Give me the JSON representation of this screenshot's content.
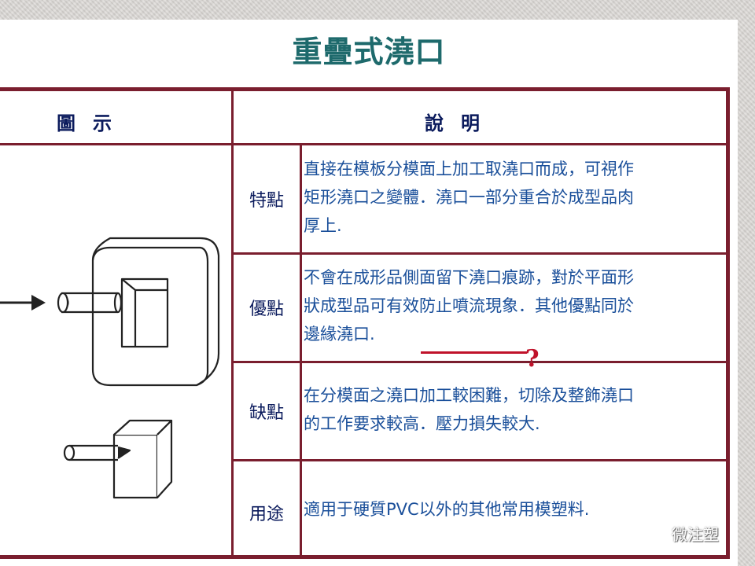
{
  "slide": {
    "title": "重疊式澆口",
    "headers": {
      "figure": "圖示",
      "description": "說明"
    },
    "rows": [
      {
        "label": "特點",
        "text": [
          "直接在模板分模面上加工取澆口而成，可視作",
          "矩形澆口之變體．澆口一部分重合於成型品肉",
          "厚上."
        ]
      },
      {
        "label": "優點",
        "text": [
          "不會在成形品側面留下澆口痕跡，對於平面形",
          "狀成型品可有效防止噴流現象．其他優點同於",
          "邊緣澆口."
        ]
      },
      {
        "label": "缺點",
        "text": [
          "在分模面之澆口加工較困難，切除及整飾澆口",
          "的工作要求較高．壓力損失較大."
        ]
      },
      {
        "label": "用途",
        "text": [
          "適用于硬質PVC以外的其他常用模塑料."
        ]
      }
    ],
    "annotation": "?",
    "watermark": "微注塑",
    "colors": {
      "title": "#1e6a6c",
      "border": "#7a1e2e",
      "label": "#0a1a5c",
      "desc": "#1a4f9a",
      "annotation": "#c0122a"
    }
  }
}
